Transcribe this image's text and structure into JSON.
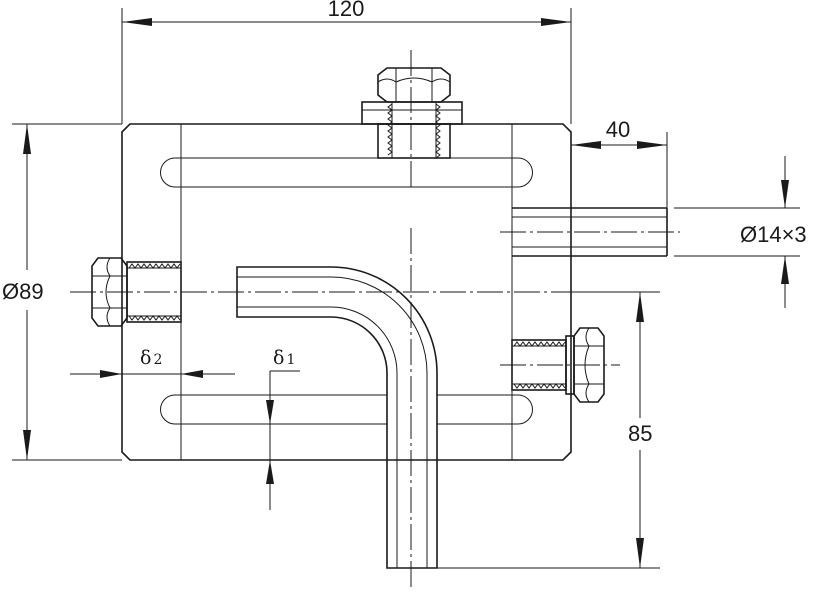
{
  "dimensions": {
    "width_label": "120",
    "height_label": "Ø89",
    "pipe_offset_label": "40",
    "pipe_size_label": "Ø14×3",
    "depth_label": "85",
    "delta2_symbol": "δ",
    "delta2_sub": "2",
    "delta1_symbol": "δ",
    "delta1_sub": "1"
  }
}
